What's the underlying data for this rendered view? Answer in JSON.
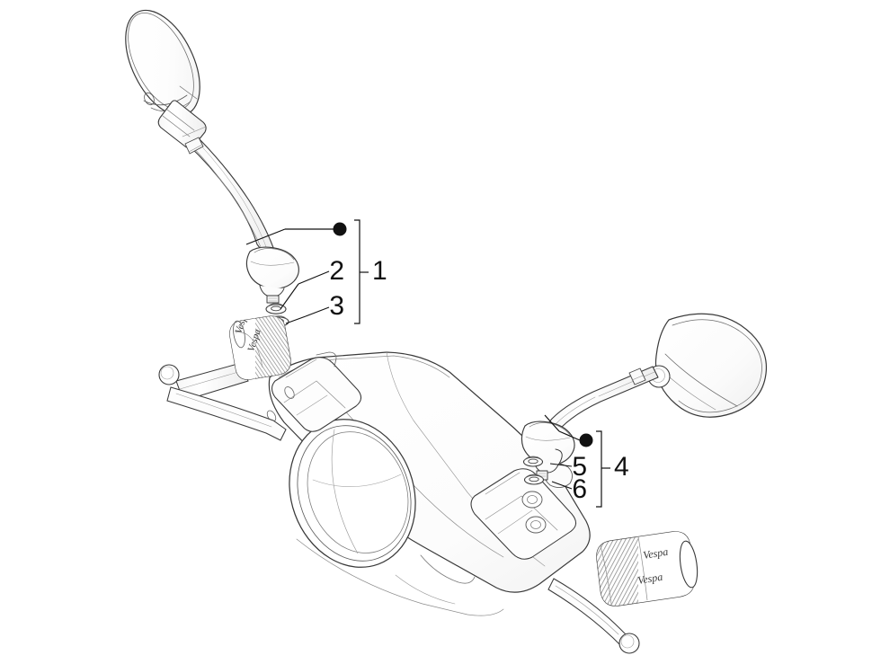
{
  "document": {
    "kind": "exploded-parts-diagram",
    "subject": "Scooter handlebar with rear-view mirrors",
    "background_color": "#ffffff",
    "line_color": "#3a3a3a",
    "label_color": "#111111"
  },
  "callout_groups": [
    {
      "id": "left-mirror-group",
      "bracket_label": "1",
      "bullet_label": "●",
      "items": [
        {
          "number": "2",
          "name": "washer-upper-left"
        },
        {
          "number": "3",
          "name": "washer-lower-left"
        }
      ]
    },
    {
      "id": "right-mirror-group",
      "bracket_label": "4",
      "bullet_label": "●",
      "items": [
        {
          "number": "5",
          "name": "washer-upper-right"
        },
        {
          "number": "6",
          "name": "washer-lower-right"
        }
      ]
    }
  ],
  "labels": {
    "n1": "1",
    "n2": "2",
    "n3": "3",
    "n4": "4",
    "n5": "5",
    "n6": "6"
  },
  "parts": [
    {
      "ref": "1",
      "name": "left-rear-view-mirror-assembly"
    },
    {
      "ref": "2",
      "name": "left-mirror-washer"
    },
    {
      "ref": "3",
      "name": "left-mirror-nut-washer"
    },
    {
      "ref": "4",
      "name": "right-rear-view-mirror-assembly"
    },
    {
      "ref": "5",
      "name": "right-mirror-washer"
    },
    {
      "ref": "6",
      "name": "right-mirror-nut-washer"
    }
  ],
  "grips": {
    "brand_text": "Vespa",
    "left_grip": "left-handlebar-grip",
    "right_grip": "right-handlebar-grip"
  }
}
